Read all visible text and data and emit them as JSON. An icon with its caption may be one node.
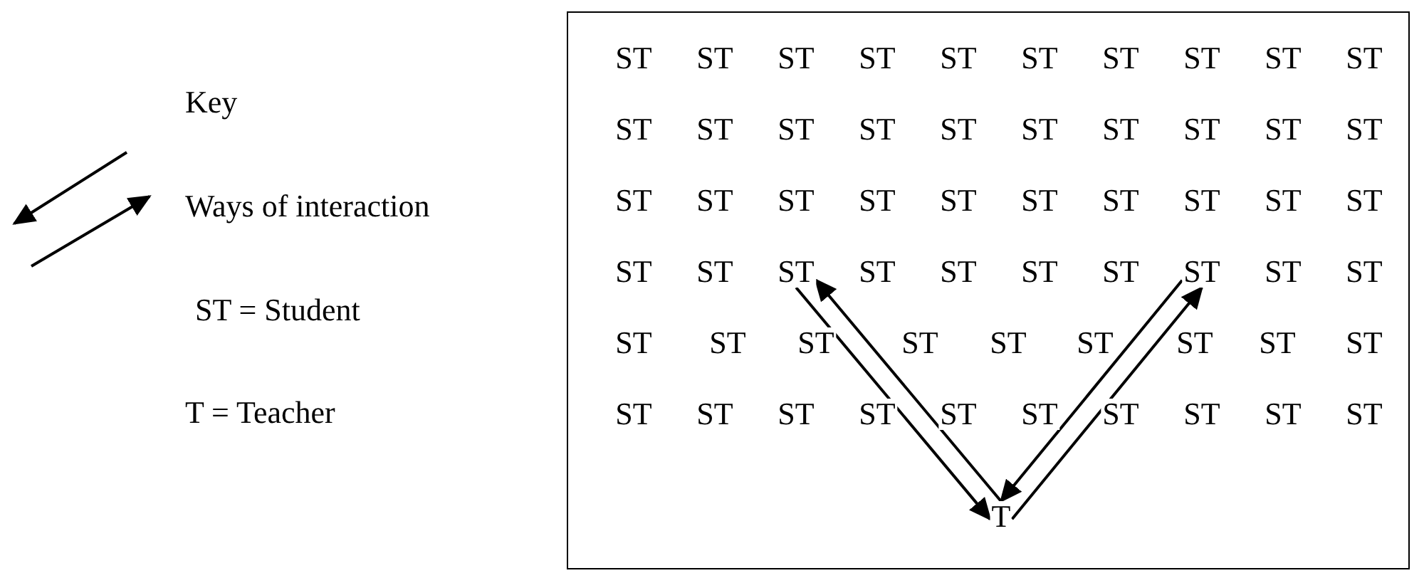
{
  "diagram": {
    "nodes": [
      {
        "text": [],
        "shape": "box"
      },
      {
        "text": [
          "ST"
        ],
        "in": 0
      },
      {
        "text": [
          "ST"
        ],
        "in": 0
      },
      {
        "text": [
          "ST"
        ],
        "in": 0
      },
      {
        "text": [
          "ST"
        ],
        "in": 0
      },
      {
        "text": [
          "ST"
        ],
        "in": 0
      },
      {
        "text": [
          "ST"
        ],
        "in": 0
      },
      {
        "text": [
          "ST"
        ],
        "in": 0
      },
      {
        "text": [
          "ST"
        ],
        "in": 0
      },
      {
        "text": [
          "ST"
        ],
        "in": 0
      },
      {
        "text": [
          "ST"
        ],
        "in": 0
      },
      {
        "text": [
          "ST"
        ],
        "in": 0
      },
      {
        "text": [
          "ST"
        ],
        "in": 0
      },
      {
        "text": [
          "ST"
        ],
        "in": 0
      },
      {
        "text": [
          "ST"
        ],
        "in": 0
      },
      {
        "text": [
          "ST"
        ],
        "in": 0
      },
      {
        "text": [
          "ST"
        ],
        "in": 0
      },
      {
        "text": [
          "ST"
        ],
        "in": 0
      },
      {
        "text": [
          "ST"
        ],
        "in": 0
      },
      {
        "text": [
          "ST"
        ],
        "in": 0
      },
      {
        "text": [
          "ST"
        ],
        "in": 0
      },
      {
        "text": [
          "ST"
        ],
        "in": 0
      },
      {
        "text": [
          "ST"
        ],
        "in": 0
      },
      {
        "text": [
          "ST"
        ],
        "in": 0
      },
      {
        "text": [
          "ST"
        ],
        "in": 0
      },
      {
        "text": [
          "ST"
        ],
        "in": 0
      },
      {
        "text": [
          "ST"
        ],
        "in": 0
      },
      {
        "text": [
          "ST"
        ],
        "in": 0
      },
      {
        "text": [
          "ST"
        ],
        "in": 0
      },
      {
        "text": [
          "ST"
        ],
        "in": 0
      },
      {
        "text": [
          "ST"
        ],
        "in": 0
      },
      {
        "text": [
          "ST"
        ],
        "in": 0
      },
      {
        "text": [
          "ST"
        ],
        "in": 0
      },
      {
        "text": [
          "ST"
        ],
        "in": 0
      },
      {
        "text": [
          "ST"
        ],
        "in": 0
      },
      {
        "text": [
          "ST"
        ],
        "in": 0
      },
      {
        "text": [
          "ST"
        ],
        "in": 0
      },
      {
        "text": [
          "ST"
        ],
        "in": 0
      },
      {
        "text": [
          "ST"
        ],
        "in": 0
      },
      {
        "text": [
          "ST"
        ],
        "in": 0
      },
      {
        "text": [
          "ST"
        ],
        "in": 0
      },
      {
        "text": [
          "ST"
        ],
        "in": 0
      },
      {
        "text": [
          "ST"
        ],
        "in": 0
      },
      {
        "text": [
          "ST"
        ],
        "in": 0
      },
      {
        "text": [
          "ST"
        ],
        "in": 0
      },
      {
        "text": [
          "ST"
        ],
        "in": 0
      },
      {
        "text": [
          "ST"
        ],
        "in": 0
      },
      {
        "text": [
          "ST"
        ],
        "in": 0
      },
      {
        "text": [
          "ST"
        ],
        "in": 0
      },
      {
        "text": [
          "ST"
        ],
        "in": 0
      },
      {
        "text": [
          "ST"
        ],
        "in": 0
      },
      {
        "text": [
          "ST"
        ],
        "in": 0
      },
      {
        "text": [
          "ST"
        ],
        "in": 0
      },
      {
        "text": [
          "ST"
        ],
        "in": 0
      },
      {
        "text": [
          "ST"
        ],
        "in": 0
      },
      {
        "text": [
          "ST"
        ],
        "in": 0
      },
      {
        "text": [
          "ST"
        ],
        "in": 0
      },
      {
        "text": [
          "ST"
        ],
        "in": 0
      },
      {
        "text": [
          "ST"
        ],
        "in": 0
      },
      {
        "text": [
          "ST"
        ],
        "in": 0
      },
      {
        "text": [
          "T"
        ],
        "in": 0
      }
    ],
    "edges": [
      {
        "from": 33,
        "to": 60,
        "arrow": "to"
      },
      {
        "from": 60,
        "to": 33,
        "arrow": "to"
      },
      {
        "from": 38,
        "to": 60,
        "arrow": "to"
      },
      {
        "from": 60,
        "to": 38,
        "arrow": "to"
      }
    ],
    "labels": [
      "Key",
      "ST = Student",
      "T = Teacher"
    ],
    "legend": [
      {
        "text": "Ways of interaction"
      }
    ]
  }
}
